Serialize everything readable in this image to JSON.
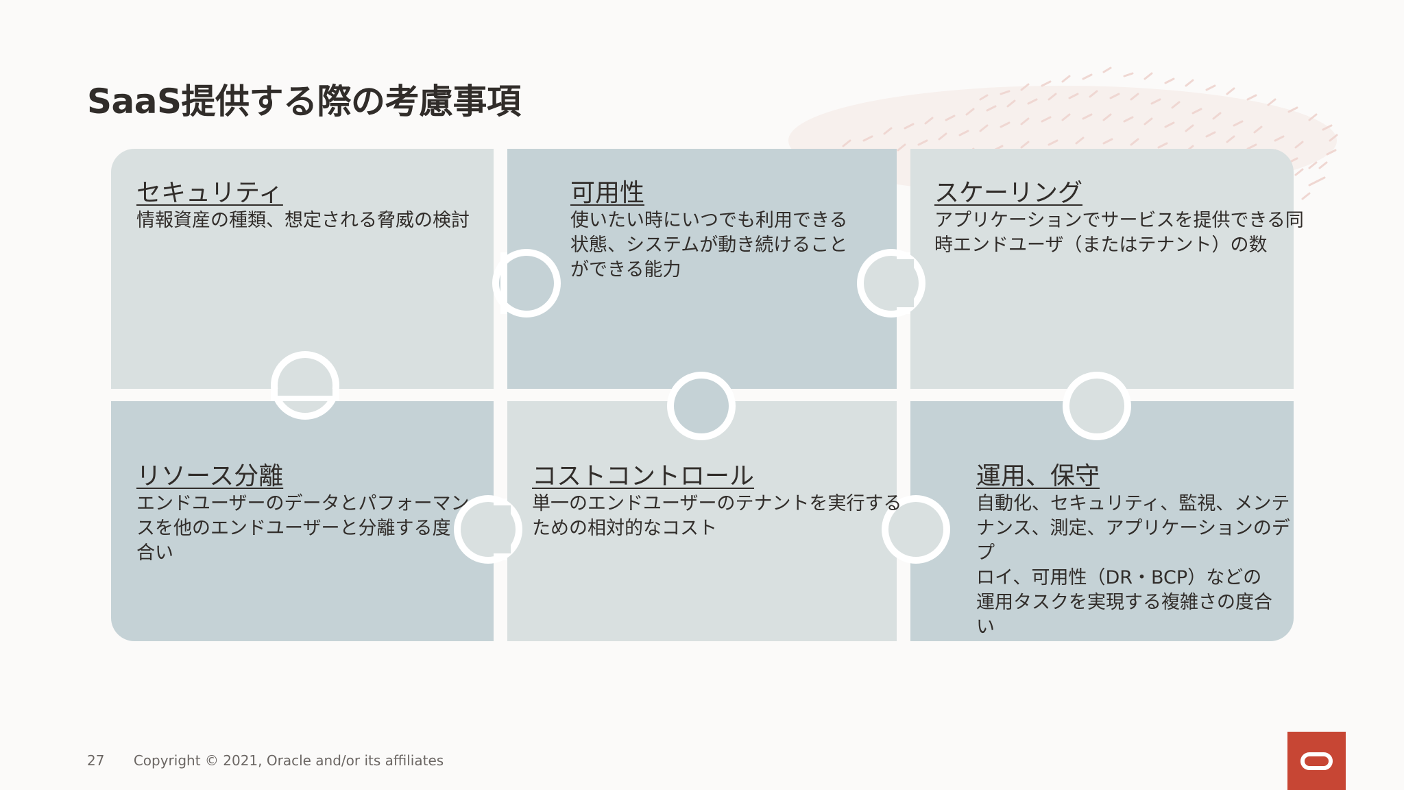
{
  "slide": {
    "title": "SaaS提供する際の考慮事項"
  },
  "pieces": [
    {
      "heading": "セキュリティ",
      "lines": [
        "情報資産の種類、想定される脅威の検討"
      ]
    },
    {
      "heading": "可用性",
      "lines": [
        "使いたい時にいつでも利用できる",
        "状態、システムが動き続けること",
        "ができる能力"
      ]
    },
    {
      "heading": "スケーリング",
      "lines": [
        "アプリケーションでサービスを提供できる同",
        "時エンドユーザ（またはテナント）の数"
      ]
    },
    {
      "heading": "リソース分離",
      "lines": [
        "エンドユーザーのデータとパフォーマン",
        "スを他のエンドユーザーと分離する度",
        "合い"
      ]
    },
    {
      "heading": "コストコントロール",
      "lines": [
        "単一のエンドユーザーのテナントを実行する",
        "ための相対的なコスト"
      ]
    },
    {
      "heading": "運用、保守",
      "lines": [
        "自動化、セキュリティ、監視、メンテ",
        "ナンス、測定、アプリケーションのデプ",
        "ロイ、可用性（DR・BCP）などの",
        "運用タスクを実現する複雑さの度合",
        "い"
      ]
    }
  ],
  "colors": {
    "light": "#d9e0e0",
    "dark": "#c5d2d6",
    "gap": "#ffffff",
    "brand": "#c74634"
  },
  "footer": {
    "page": "27",
    "copyright": "Copyright © 2021, Oracle and/or its affiliates"
  }
}
